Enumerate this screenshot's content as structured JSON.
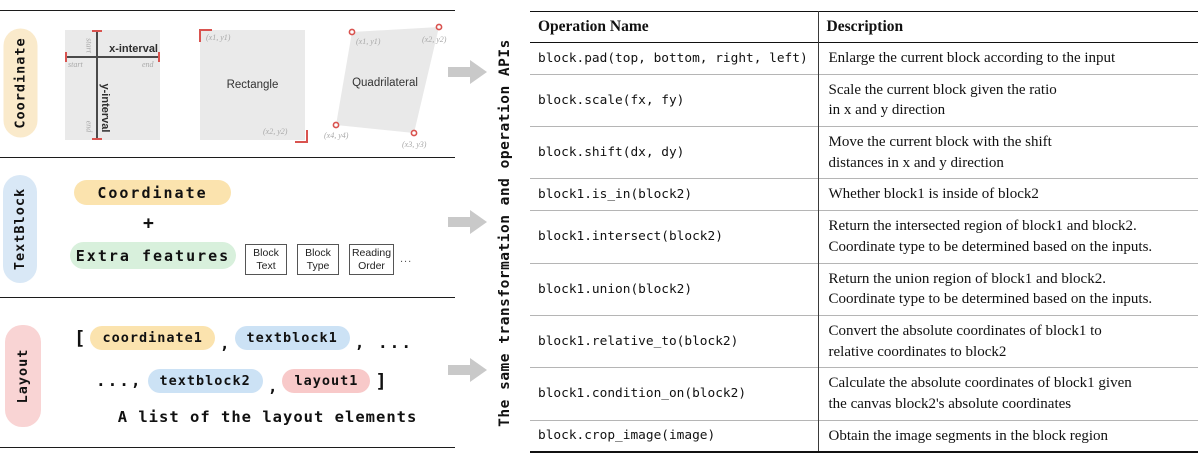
{
  "left_panel": {
    "sections": {
      "coordinate": {
        "label": "Coordinate",
        "interval": {
          "x_label": "x-interval",
          "y_label": "y-interval",
          "x_start": "start",
          "x_end": "end",
          "y_start": "start",
          "y_end": "end"
        },
        "rectangle": {
          "title": "Rectangle",
          "corner_top_left": "(x1, y1)",
          "corner_bottom_right": "(x2, y2)"
        },
        "quadrilateral": {
          "title": "Quadrilateral",
          "corner_top_left": "(x1, y1)",
          "corner_top_right": "(x2, y2)",
          "corner_bottom_right": "(x3, y3)",
          "corner_bottom_left": "(x4, y4)"
        }
      },
      "textblock": {
        "label": "TextBlock",
        "coordinate_pill": "Coordinate",
        "plus": "+",
        "extra_features_pill": "Extra features",
        "feature_boxes": [
          {
            "line1": "Block",
            "line2": "Text"
          },
          {
            "line1": "Block",
            "line2": "Type"
          },
          {
            "line1": "Reading",
            "line2": "Order"
          }
        ],
        "ellipsis": "..."
      },
      "layout": {
        "label": "Layout",
        "bracket_open": "[",
        "comma1": ",",
        "trail_ellipsis": ", ...",
        "lead_ellipsis": "...,",
        "comma2": ",",
        "bracket_close": "]",
        "tokens": {
          "coordinate1": "coordinate1",
          "textblock1": "textblock1",
          "textblock2": "textblock2",
          "layout1": "layout1"
        },
        "caption": "A list of the layout elements"
      }
    }
  },
  "middle": {
    "rotated_caption": "The same transformation and operation APIs"
  },
  "api_table": {
    "headers": {
      "operation": "Operation Name",
      "description": "Description"
    },
    "rows": [
      {
        "op": "block.pad(top, bottom, right, left)",
        "desc": [
          "Enlarge the current block according to the input"
        ]
      },
      {
        "op": "block.scale(fx, fy)",
        "desc": [
          "Scale the current block given the ratio",
          "in x and y direction"
        ]
      },
      {
        "op": "block.shift(dx, dy)",
        "desc": [
          "Move the current block with the shift",
          "distances in x and y direction"
        ]
      },
      {
        "op": "block1.is_in(block2)",
        "desc": [
          "Whether block1 is inside of block2"
        ]
      },
      {
        "op": "block1.intersect(block2)",
        "desc": [
          "Return the intersected region of block1 and block2.",
          "Coordinate type to be determined based on the inputs."
        ]
      },
      {
        "op": "block1.union(block2)",
        "desc": [
          "Return the union region of block1 and block2.",
          "Coordinate type to be determined based on the inputs."
        ]
      },
      {
        "op": "block1.relative_to(block2)",
        "desc": [
          "Convert the absolute coordinates of block1 to",
          "relative coordinates to block2"
        ]
      },
      {
        "op": "block1.condition_on(block2)",
        "desc": [
          "Calculate the absolute coordinates of block1 given",
          "the canvas block2's absolute coordinates"
        ]
      },
      {
        "op": "block.crop_image(image)",
        "desc": [
          "Obtain the image segments in the block region"
        ]
      }
    ]
  },
  "colors": {
    "coordinate_label_bg": "#faeacb",
    "coordinate_token_bg": "#fbe3ae",
    "textblock_label_bg": "#d9e8f6",
    "textblock_token_bg": "#cce2f5",
    "layout_label_bg": "#f9d4d4",
    "layout_token_bg": "#f8c9c9",
    "extra_features_bg": "#d8f0dc",
    "diagram_gray": "#eaeaea",
    "accent_red": "#d9534f",
    "arrow_gray": "#c9c9c9"
  }
}
